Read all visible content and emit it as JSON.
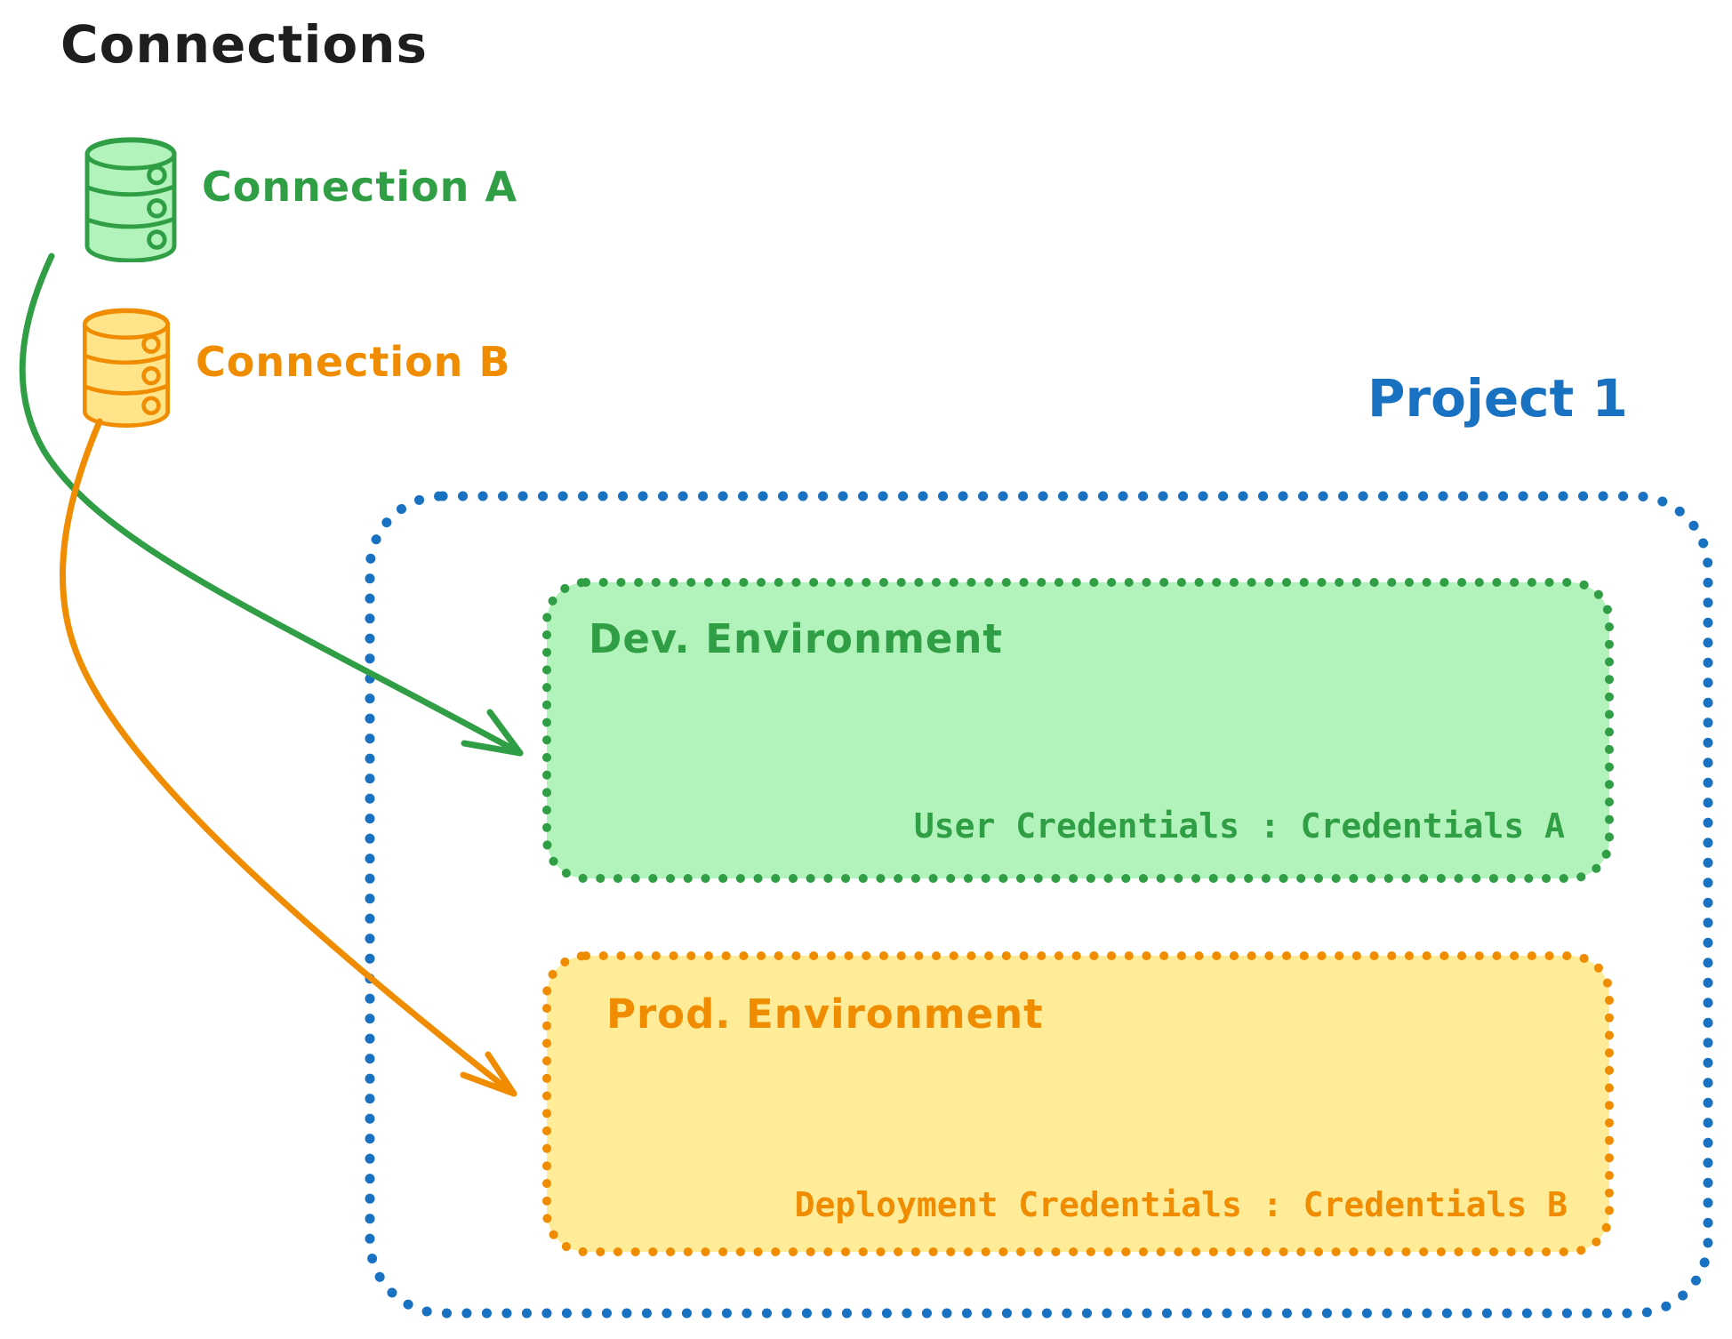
{
  "title": "Connections",
  "colors": {
    "ink": "#1e1e1e",
    "blue": "#1971c2",
    "green": "#2f9e44",
    "green_fill": "#b2f2bb",
    "orange": "#f08c00",
    "orange_box_fill": "#ffec99",
    "orange_cylinder_fill": "#ffe48a",
    "background": "#ffffff"
  },
  "connections": [
    {
      "label": "Connection A",
      "icon": "database-icon",
      "color": "#2f9e44"
    },
    {
      "label": "Connection B",
      "icon": "database-icon",
      "color": "#f08c00"
    }
  ],
  "project": {
    "title": "Project 1",
    "environments": [
      {
        "name": "Dev. Environment",
        "credentials": "User Credentials : Credentials A",
        "color": "#2f9e44",
        "fill": "#b2f2bb"
      },
      {
        "name": "Prod. Environment",
        "credentials": "Deployment Credentials : Credentials B",
        "color": "#f08c00",
        "fill": "#ffec99"
      }
    ]
  },
  "arrows": [
    {
      "from": "Connection A",
      "to": "Dev. Environment",
      "color": "#2f9e44"
    },
    {
      "from": "Connection B",
      "to": "Prod. Environment",
      "color": "#f08c00"
    }
  ]
}
